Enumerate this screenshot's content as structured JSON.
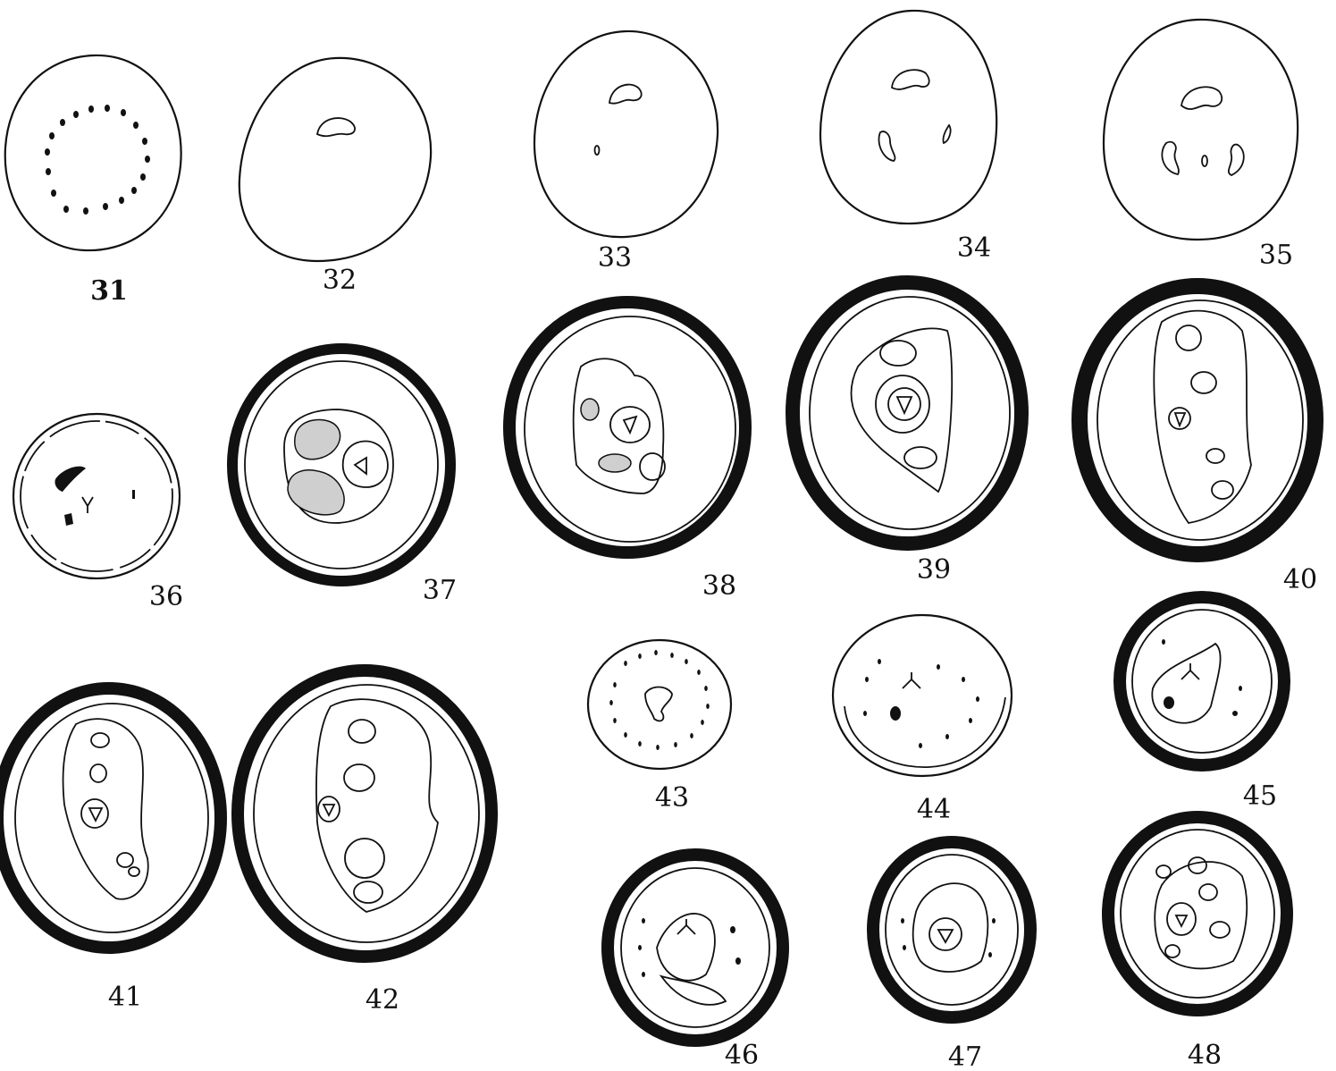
{
  "figures": [
    {
      "id": "fig-31",
      "label": "31"
    },
    {
      "id": "fig-32",
      "label": "32"
    },
    {
      "id": "fig-33",
      "label": "33"
    },
    {
      "id": "fig-34",
      "label": "34"
    },
    {
      "id": "fig-35",
      "label": "35"
    },
    {
      "id": "fig-36",
      "label": "36"
    },
    {
      "id": "fig-37",
      "label": "37"
    },
    {
      "id": "fig-38",
      "label": "38"
    },
    {
      "id": "fig-39",
      "label": "39"
    },
    {
      "id": "fig-40",
      "label": "40"
    },
    {
      "id": "fig-41",
      "label": "41"
    },
    {
      "id": "fig-42",
      "label": "42"
    },
    {
      "id": "fig-43",
      "label": "43"
    },
    {
      "id": "fig-44",
      "label": "44"
    },
    {
      "id": "fig-45",
      "label": "45"
    },
    {
      "id": "fig-46",
      "label": "46"
    },
    {
      "id": "fig-47",
      "label": "47"
    },
    {
      "id": "fig-48",
      "label": "48"
    }
  ],
  "colors": {
    "ink": "#111111",
    "paper": "#ffffff",
    "stipple": "#cfcfcf"
  }
}
